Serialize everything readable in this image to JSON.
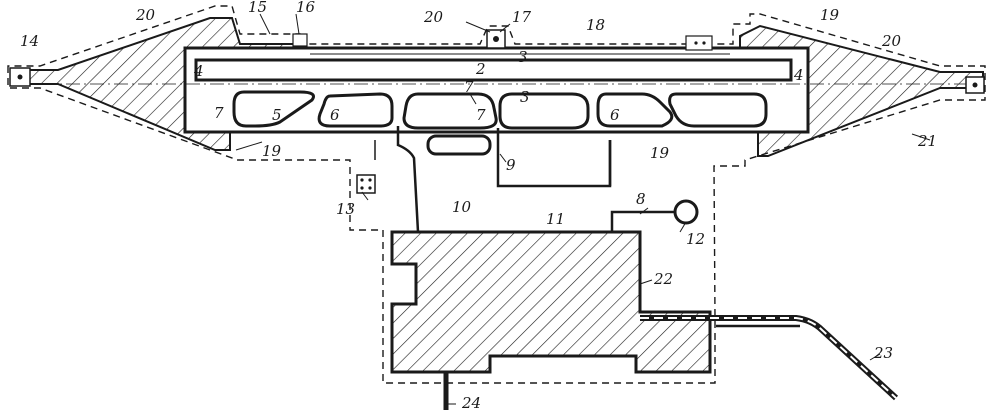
{
  "diagram": {
    "labels": {
      "l2": "2",
      "l3a": "3",
      "l3b": "3",
      "l4a": "4",
      "l4b": "4",
      "l5": "5",
      "l6a": "6",
      "l6b": "6",
      "l7a": "7",
      "l7b": "7",
      "l7c": "7",
      "l8": "8",
      "l9": "9",
      "l10": "10",
      "l11": "11",
      "l12": "12",
      "l13": "13",
      "l14": "14",
      "l15": "15",
      "l16": "16",
      "l17": "17",
      "l18": "18",
      "l19a": "19",
      "l19b": "19",
      "l19c": "19",
      "l20a": "20",
      "l20b": "20",
      "l20c": "20",
      "l21": "21",
      "l22": "22",
      "l23": "23",
      "l24": "24"
    }
  }
}
